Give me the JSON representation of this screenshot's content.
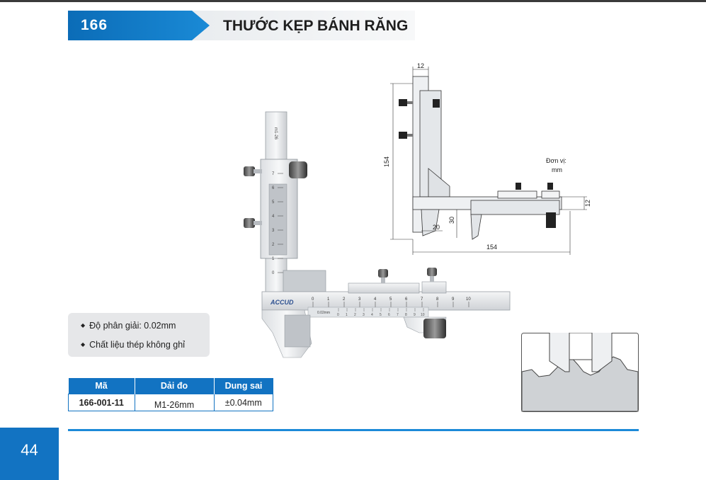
{
  "header": {
    "number": "166",
    "title": "THƯỚC KẸP BÁNH RĂNG"
  },
  "specs": [
    "Độ phân giải: 0.02mm",
    "Chất liệu thép không ghỉ"
  ],
  "table": {
    "headers": [
      "Mã",
      "Dải đo",
      "Dung sai"
    ],
    "rows": [
      [
        "166-001-11",
        "M1-26mm",
        "±0.04mm"
      ]
    ]
  },
  "drawing": {
    "unit_label_1": "Đơn vị:",
    "unit_label_2": "mm",
    "dims": {
      "top_width": "12",
      "height": "154",
      "jaw_gap": "20",
      "jaw_depth": "30",
      "length": "154",
      "right_thickness": "12"
    }
  },
  "photo": {
    "brand": "ACCUD",
    "vertical_scale_label": "m1-26",
    "vertical_ticks": [
      "7",
      "6",
      "5",
      "4",
      "3",
      "2",
      "1",
      "0"
    ],
    "main_ticks": [
      "0",
      "1",
      "2",
      "3",
      "4",
      "5",
      "6",
      "7",
      "8",
      "9",
      "10"
    ],
    "vernier_label": "0.02mm",
    "vernier_ticks": [
      "0",
      "1",
      "2",
      "3",
      "4",
      "5",
      "6",
      "7",
      "8",
      "9",
      "10"
    ]
  },
  "page_number": "44",
  "colors": {
    "brand_blue": "#1273c2",
    "rule_blue": "#1c8ad8",
    "spec_bg": "#e6e7e9"
  }
}
